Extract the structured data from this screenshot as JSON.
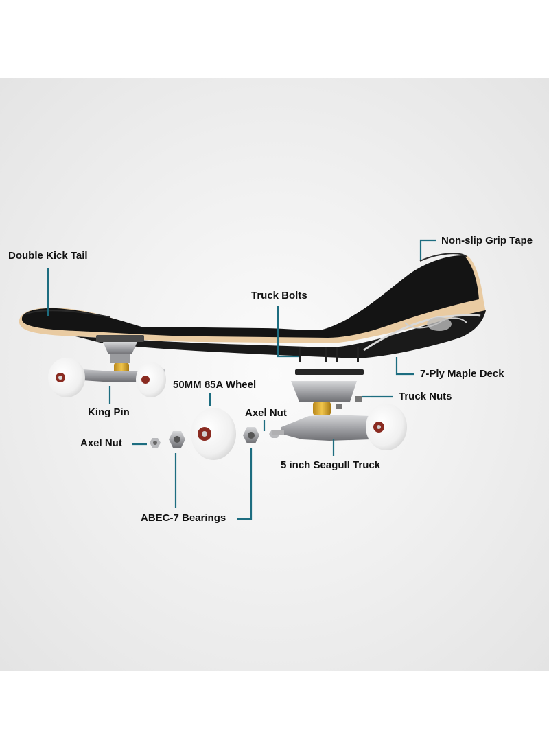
{
  "labels": {
    "double_kick_tail": "Double Kick Tail",
    "non_slip_grip_tape": "Non-slip Grip Tape",
    "truck_bolts": "Truck Bolts",
    "maple_deck": "7-Ply Maple Deck",
    "wheel": "50MM 85A Wheel",
    "truck_nuts": "Truck Nuts",
    "king_pin": "King Pin",
    "axel_nut_right": "Axel Nut",
    "axel_nut_left": "Axel Nut",
    "seagull_truck": "5 inch Seagull Truck",
    "bearings": "ABEC-7 Bearings"
  },
  "colors": {
    "leader_line": "#1d6d80",
    "grip_tape": "#151515",
    "maple_edge": "#e7c9a0",
    "wheel": "#f4f4f4",
    "metal": "#a9aaad",
    "bushing": "#d8a630"
  }
}
